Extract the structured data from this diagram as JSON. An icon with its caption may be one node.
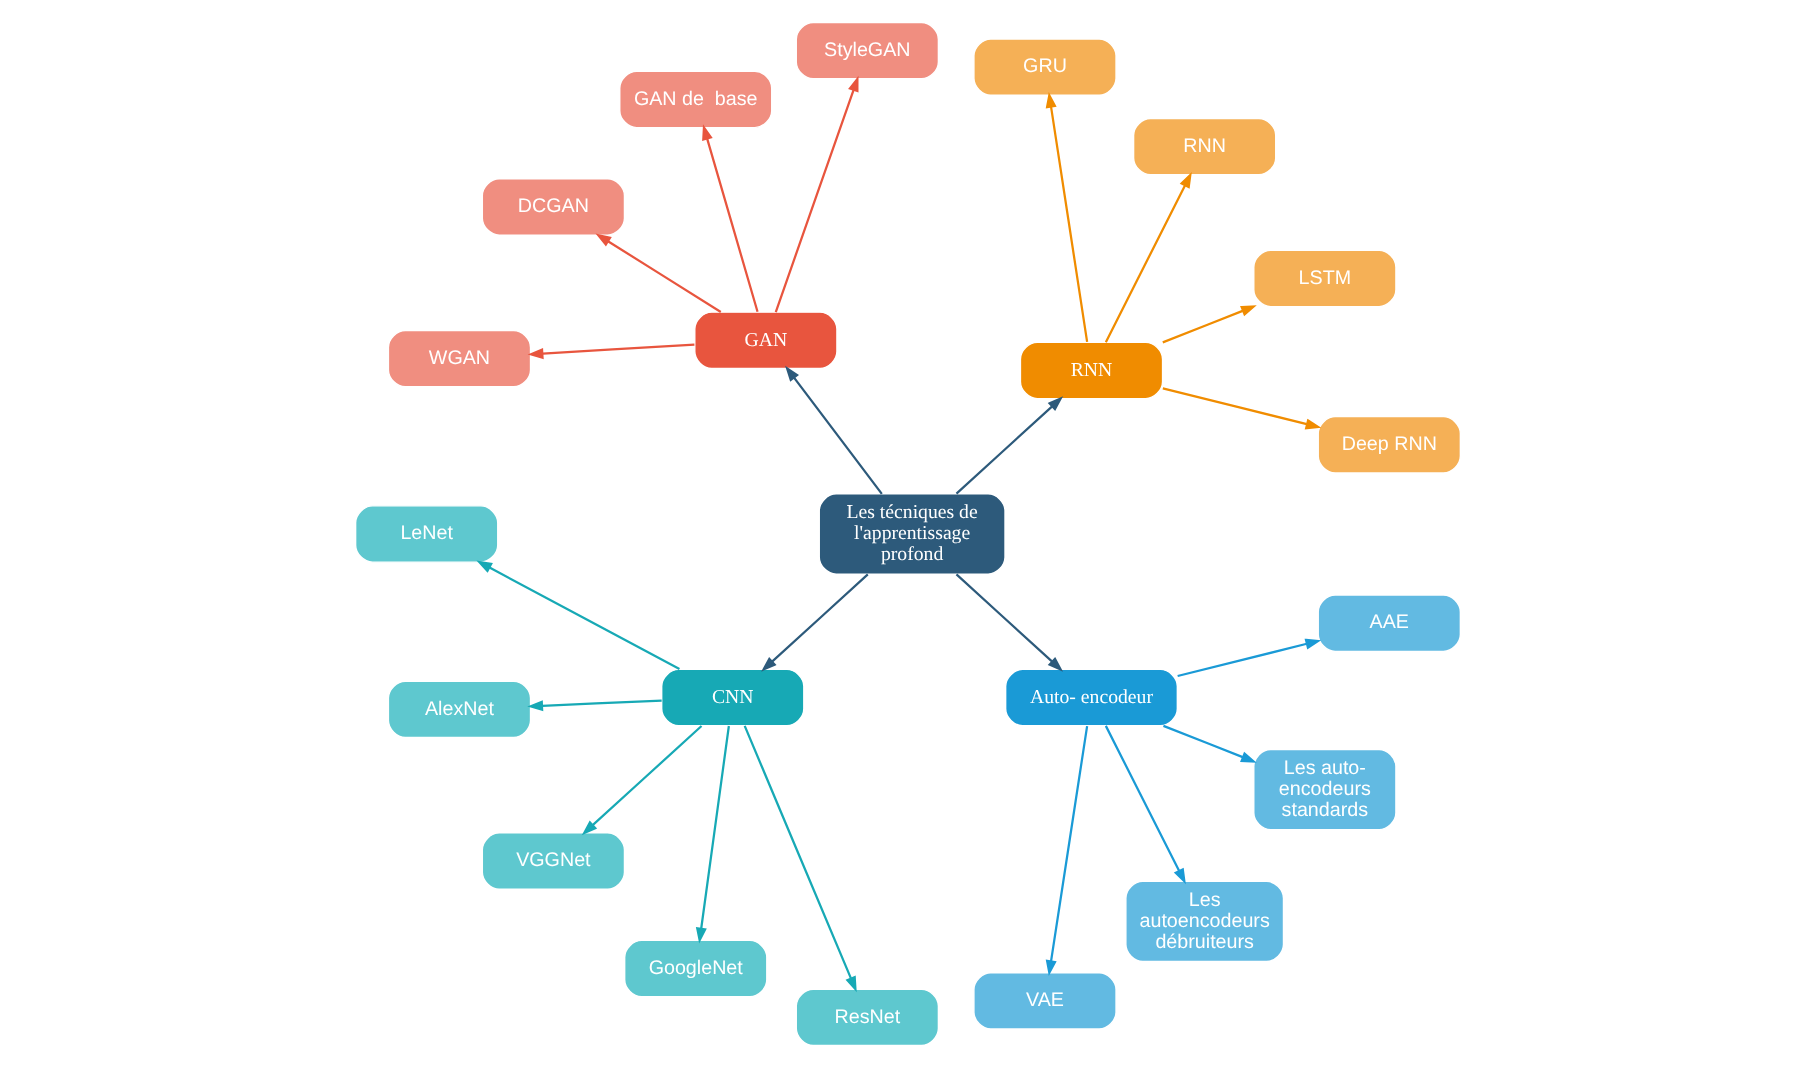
{
  "diagram": {
    "nodes": [
      {
        "text": [
          "Les técniques de l'apprentissage profond"
        ]
      },
      {
        "text": [
          "RNN"
        ]
      },
      {
        "text": [
          "Deep RNN"
        ]
      },
      {
        "text": [
          "LSTM"
        ]
      },
      {
        "text": [
          "RNN"
        ]
      },
      {
        "text": [
          "GRU"
        ]
      },
      {
        "text": [
          "GAN"
        ]
      },
      {
        "text": [
          "StyleGAN"
        ]
      },
      {
        "text": [
          "GAN de  base"
        ]
      },
      {
        "text": [
          "DCGAN"
        ]
      },
      {
        "text": [
          "WGAN"
        ]
      },
      {
        "text": [
          "CNN"
        ]
      },
      {
        "text": [
          "LeNet"
        ]
      },
      {
        "text": [
          "AlexNet"
        ]
      },
      {
        "text": [
          "VGGNet"
        ]
      },
      {
        "text": [
          "GoogleNet"
        ]
      },
      {
        "text": [
          "ResNet"
        ]
      },
      {
        "text": [
          "Auto- encodeur"
        ]
      },
      {
        "text": [
          "VAE"
        ]
      },
      {
        "text": [
          "Les autoencodeurs débruiteurs"
        ]
      },
      {
        "text": [
          "Les auto- encodeurs standards"
        ]
      },
      {
        "text": [
          "AAE"
        ]
      }
    ],
    "edges": [
      {
        "from": 0,
        "to": 1,
        "arrow": "to"
      },
      {
        "from": 1,
        "to": 2,
        "arrow": "to",
        "color": "#f08c00"
      },
      {
        "from": 1,
        "to": 3,
        "arrow": "to",
        "color": "#f08c00"
      },
      {
        "from": 1,
        "to": 4,
        "arrow": "to",
        "color": "#f08c00"
      },
      {
        "from": 1,
        "to": 5,
        "arrow": "to",
        "color": "#f08c00"
      },
      {
        "from": 0,
        "to": 6,
        "arrow": "to"
      },
      {
        "from": 6,
        "to": 7,
        "arrow": "to",
        "color": "#e8553e"
      },
      {
        "from": 6,
        "to": 8,
        "arrow": "to",
        "color": "#e8553e"
      },
      {
        "from": 6,
        "to": 9,
        "arrow": "to",
        "color": "#e8553e"
      },
      {
        "from": 6,
        "to": 10,
        "arrow": "to",
        "color": "#e8553e"
      },
      {
        "from": 0,
        "to": 11,
        "arrow": "to"
      },
      {
        "from": 11,
        "to": 12,
        "arrow": "to",
        "color": "#17a9b5"
      },
      {
        "from": 11,
        "to": 13,
        "arrow": "to",
        "color": "#17a9b5"
      },
      {
        "from": 11,
        "to": 14,
        "arrow": "to",
        "color": "#17a9b5"
      },
      {
        "from": 11,
        "to": 15,
        "arrow": "to",
        "color": "#17a9b5"
      },
      {
        "from": 11,
        "to": 16,
        "arrow": "to",
        "color": "#17a9b5"
      },
      {
        "from": 0,
        "to": 17,
        "arrow": "to"
      },
      {
        "from": 17,
        "to": 18,
        "arrow": "to",
        "color": "#1a9ad6"
      },
      {
        "from": 17,
        "to": 19,
        "arrow": "to",
        "color": "#1a9ad6"
      },
      {
        "from": 17,
        "to": 20,
        "arrow": "to",
        "color": "#1a9ad6"
      },
      {
        "from": 17,
        "to": 21,
        "arrow": "to",
        "color": "#1a9ad6"
      }
    ]
  }
}
